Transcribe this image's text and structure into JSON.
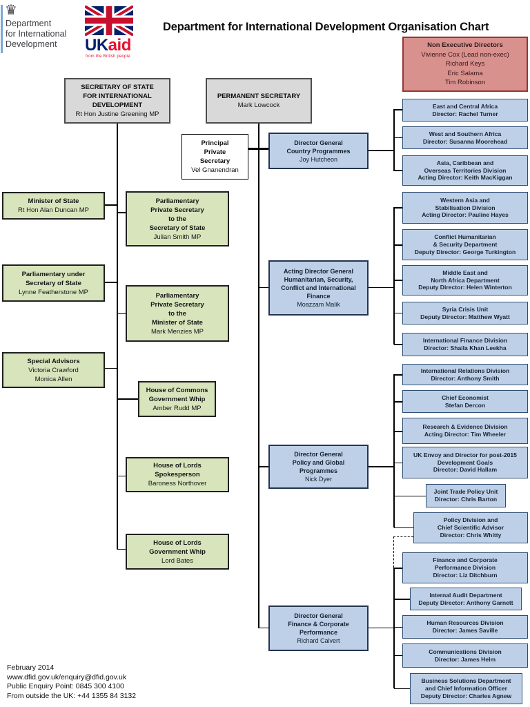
{
  "header": {
    "dfid_logo": {
      "lines": [
        "Department",
        "for International",
        "Development"
      ]
    },
    "ukaid_logo": {
      "uk": "UK",
      "aid": "aid",
      "tagline": "from the British people"
    },
    "title": "Department for International Development Organisation Chart"
  },
  "footer": {
    "lines": [
      "February 2014",
      "www.dfid.gov.uk/enquiry@dfid.gov.uk",
      "Public Enquiry Point: 0845 300 4100",
      "From outside the UK: +44 1355 84 3132"
    ]
  },
  "colors": {
    "grey_fill": "#d9d9d9",
    "grey_border": "#4d4d4d",
    "green_fill": "#d8e4bc",
    "green_border": "#1f1f1f",
    "blue_fill": "#bdd0e7",
    "blue_border": "#22344f",
    "div_border": "#2e4d73",
    "red_fill": "#d9918e",
    "red_border": "#943634",
    "dfid_blue": "#7ba7d7",
    "ukaid_blue": "#012169",
    "ukaid_red": "#e8112d",
    "line": "#000000"
  },
  "boxes": [
    {
      "id": "secretary-of-state",
      "kind": "grey",
      "title": [
        "SECRETARY OF STATE",
        "FOR INTERNATIONAL",
        "DEVELOPMENT"
      ],
      "people": [
        "Rt Hon Justine Greening MP"
      ]
    },
    {
      "id": "permanent-secretary",
      "kind": "grey",
      "title": [
        "PERMANENT SECRETARY"
      ],
      "people": [
        "Mark Lowcock"
      ]
    },
    {
      "id": "non-executive-directors",
      "kind": "red",
      "title": [
        "Non Executive Directors"
      ],
      "people": [
        "Vivienne Cox (Lead non-exec)",
        "Richard Keys",
        "Eric Salama",
        "Tim Robinson"
      ]
    },
    {
      "id": "principal-private-secretary",
      "kind": "white",
      "title": [
        "Principal",
        "Private",
        "Secretary"
      ],
      "people": [
        "Vel Gnanendran"
      ]
    },
    {
      "id": "minister-of-state",
      "kind": "green",
      "title": [
        "Minister of State"
      ],
      "people": [
        "Rt Hon Alan Duncan MP"
      ]
    },
    {
      "id": "parliamentary-under-secretary-of-state",
      "kind": "green",
      "title": [
        "Parliamentary under",
        "Secretary of State"
      ],
      "people": [
        "Lynne Featherstone MP"
      ]
    },
    {
      "id": "special-advisors",
      "kind": "green",
      "title": [
        "Special Advisors"
      ],
      "people": [
        "Victoria Crawford",
        "Monica Allen"
      ]
    },
    {
      "id": "pps-to-secretary-of-state",
      "kind": "green",
      "title": [
        "Parliamentary",
        "Private Secretary",
        "to the",
        "Secretary of State"
      ],
      "people": [
        "Julian Smith MP"
      ]
    },
    {
      "id": "pps-to-minister-of-state",
      "kind": "green",
      "title": [
        "Parliamentary",
        "Private Secretary",
        "to the",
        "Minister of State"
      ],
      "people": [
        "Mark Menzies MP"
      ]
    },
    {
      "id": "house-of-commons-government-whip",
      "kind": "green",
      "title": [
        "House of Commons",
        "Government Whip"
      ],
      "people": [
        "Amber Rudd MP"
      ]
    },
    {
      "id": "house-of-lords-spokesperson",
      "kind": "green",
      "title": [
        "House of Lords",
        "Spokesperson"
      ],
      "people": [
        "Baroness Northover"
      ]
    },
    {
      "id": "house-of-lords-government-whip",
      "kind": "green",
      "title": [
        "House of Lords",
        "Government Whip"
      ],
      "people": [
        "Lord Bates"
      ]
    },
    {
      "id": "dg-country-programmes",
      "kind": "blue",
      "title": [
        "Director General",
        "Country Programmes"
      ],
      "people": [
        "Joy Hutcheon"
      ]
    },
    {
      "id": "dg-humanitarian-security",
      "kind": "blue",
      "title": [
        "Acting Director General",
        "Humanitarian, Security,",
        "Conflict and International",
        "Finance"
      ],
      "people": [
        "Moazzam Malik"
      ]
    },
    {
      "id": "dg-policy-global-programmes",
      "kind": "blue",
      "title": [
        "Director General",
        "Policy and Global",
        "Programmes"
      ],
      "people": [
        "Nick Dyer"
      ]
    },
    {
      "id": "dg-finance-corporate-performance",
      "kind": "blue",
      "title": [
        "Director General",
        "Finance & Corporate",
        "Performance"
      ],
      "people": [
        "Richard Calvert"
      ]
    },
    {
      "id": "east-and-central-africa",
      "kind": "division",
      "title": [
        "East and Central Africa"
      ],
      "people": [
        "Director: Rachel Turner"
      ]
    },
    {
      "id": "west-and-southern-africa",
      "kind": "division",
      "title": [
        "West and Southern Africa"
      ],
      "people": [
        "Director: Susanna Moorehead"
      ]
    },
    {
      "id": "asia-caribbean-overseas-territories",
      "kind": "division",
      "title": [
        "Asia, Caribbean and",
        "Overseas Territories Division"
      ],
      "people": [
        "Acting Director: Keith MacKiggan"
      ]
    },
    {
      "id": "western-asia-stabilisation",
      "kind": "division",
      "title": [
        "Western Asia and",
        "Stabilisation Division"
      ],
      "people": [
        "Acting Director: Pauline Hayes"
      ]
    },
    {
      "id": "conflict-humanitarian-security",
      "kind": "division",
      "title": [
        "Conflict Humanitarian",
        "& Security Department"
      ],
      "people": [
        "Deputy Director: George Turkington"
      ]
    },
    {
      "id": "middle-east-north-africa",
      "kind": "division",
      "title": [
        "Middle East and",
        "North Africa Department"
      ],
      "people": [
        "Deputy Director: Helen Winterton"
      ]
    },
    {
      "id": "syria-crisis-unit",
      "kind": "division",
      "title": [
        "Syria Crisis Unit"
      ],
      "people": [
        "Deputy Director: Matthew Wyatt"
      ]
    },
    {
      "id": "international-finance-division",
      "kind": "division",
      "title": [
        "International Finance Division"
      ],
      "people": [
        "Director: Shaila Khan Leekha"
      ]
    },
    {
      "id": "international-relations-division",
      "kind": "division",
      "title": [
        "International Relations Division"
      ],
      "people": [
        "Director: Anthony Smith"
      ]
    },
    {
      "id": "chief-economist",
      "kind": "division",
      "title": [
        "Chief Economist"
      ],
      "people": [
        "Stefan Dercon"
      ]
    },
    {
      "id": "research-evidence-division",
      "kind": "division",
      "title": [
        "Research & Evidence Division"
      ],
      "people": [
        "Acting Director: Tim Wheeler"
      ]
    },
    {
      "id": "uk-envoy-post-2015",
      "kind": "division",
      "title": [
        "UK Envoy and Director for post-2015",
        "Development Goals"
      ],
      "people": [
        "Director: David Hallam"
      ]
    },
    {
      "id": "joint-trade-policy-unit",
      "kind": "division",
      "title": [
        "Joint Trade Policy Unit"
      ],
      "people": [
        "Director: Chris Barton"
      ]
    },
    {
      "id": "policy-division-chief-scientific-advisor",
      "kind": "division",
      "title": [
        "Policy Division and",
        "Chief Scientific Advisor"
      ],
      "people": [
        "Director: Chris Whitty"
      ]
    },
    {
      "id": "finance-corporate-performance-division",
      "kind": "division",
      "title": [
        "Finance and Corporate",
        "Performance Division"
      ],
      "people": [
        "Director: Liz Ditchburn"
      ]
    },
    {
      "id": "internal-audit-department",
      "kind": "division",
      "title": [
        "Internal Audit Department"
      ],
      "people": [
        "Deputy Director: Anthony Garnett"
      ]
    },
    {
      "id": "human-resources-division",
      "kind": "division",
      "title": [
        "Human Resources Division"
      ],
      "people": [
        "Director: James Saville"
      ]
    },
    {
      "id": "communications-division",
      "kind": "division",
      "title": [
        "Communications Division"
      ],
      "people": [
        "Director: James Helm"
      ]
    },
    {
      "id": "business-solutions-department",
      "kind": "division",
      "title": [
        "Business Solutions Department",
        "and Chief Information Officer"
      ],
      "people": [
        "Deputy Director: Charles Agnew"
      ]
    }
  ]
}
